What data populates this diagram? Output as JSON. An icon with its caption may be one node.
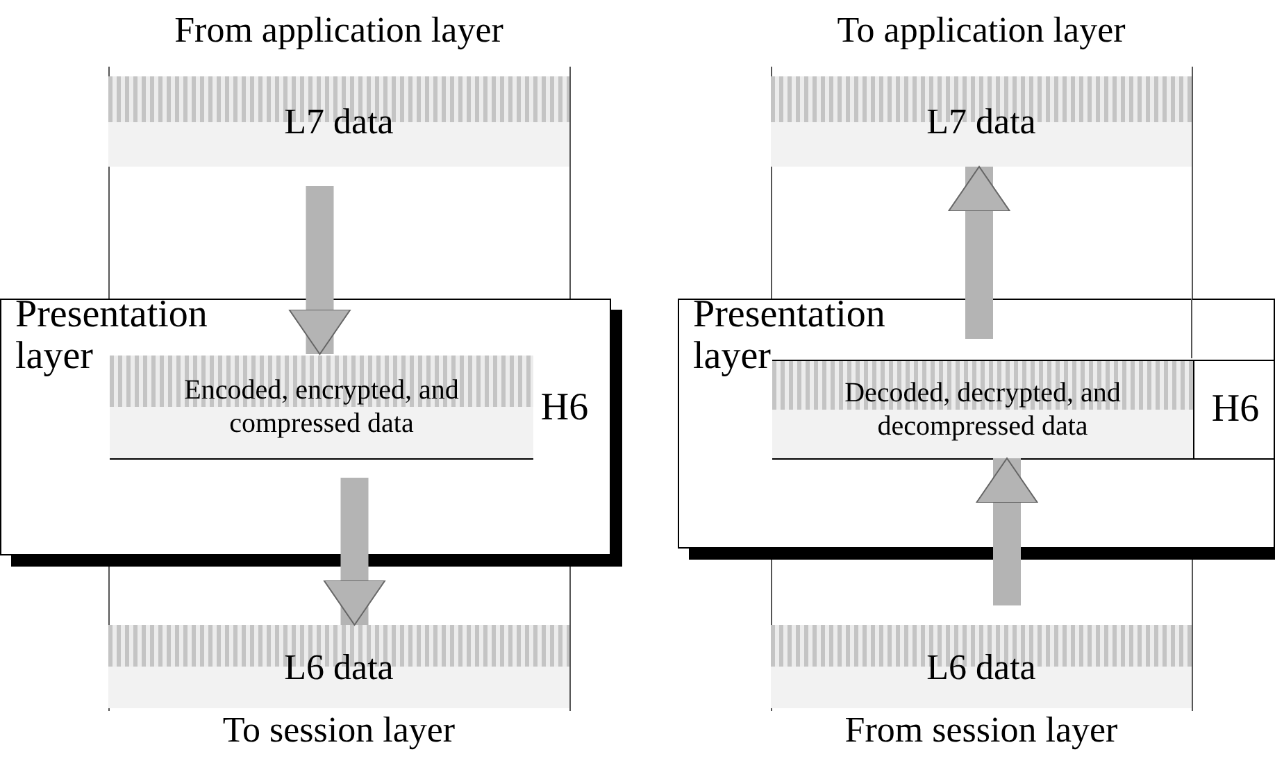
{
  "diagram": {
    "nodes": [
      {
        "text": [
          "Presentation layer"
        ]
      },
      {
        "text": [
          "L7 data"
        ]
      },
      {
        "text": [
          "Encoded, encrypted, and compressed data"
        ],
        "in": 0
      },
      {
        "text": [
          "H6"
        ],
        "in": 0
      },
      {
        "text": [
          "L6 data"
        ]
      },
      {
        "text": [
          "Presentation layer"
        ]
      },
      {
        "text": [
          "L7 data"
        ]
      },
      {
        "text": [
          "Decoded, decrypted, and decompressed data"
        ],
        "in": 5
      },
      {
        "text": [
          "H6"
        ],
        "in": 5
      },
      {
        "text": [
          "L6 data"
        ]
      }
    ],
    "edges": [
      {
        "from": 1,
        "to": 2,
        "arrow": "to"
      },
      {
        "from": 2,
        "to": 4,
        "arrow": "to"
      },
      {
        "from": 9,
        "to": 7,
        "arrow": "to"
      },
      {
        "from": 7,
        "to": 6,
        "arrow": "to"
      }
    ],
    "labels": [
      "From application layer",
      "To session layer",
      "To application layer",
      "From session layer"
    ]
  }
}
